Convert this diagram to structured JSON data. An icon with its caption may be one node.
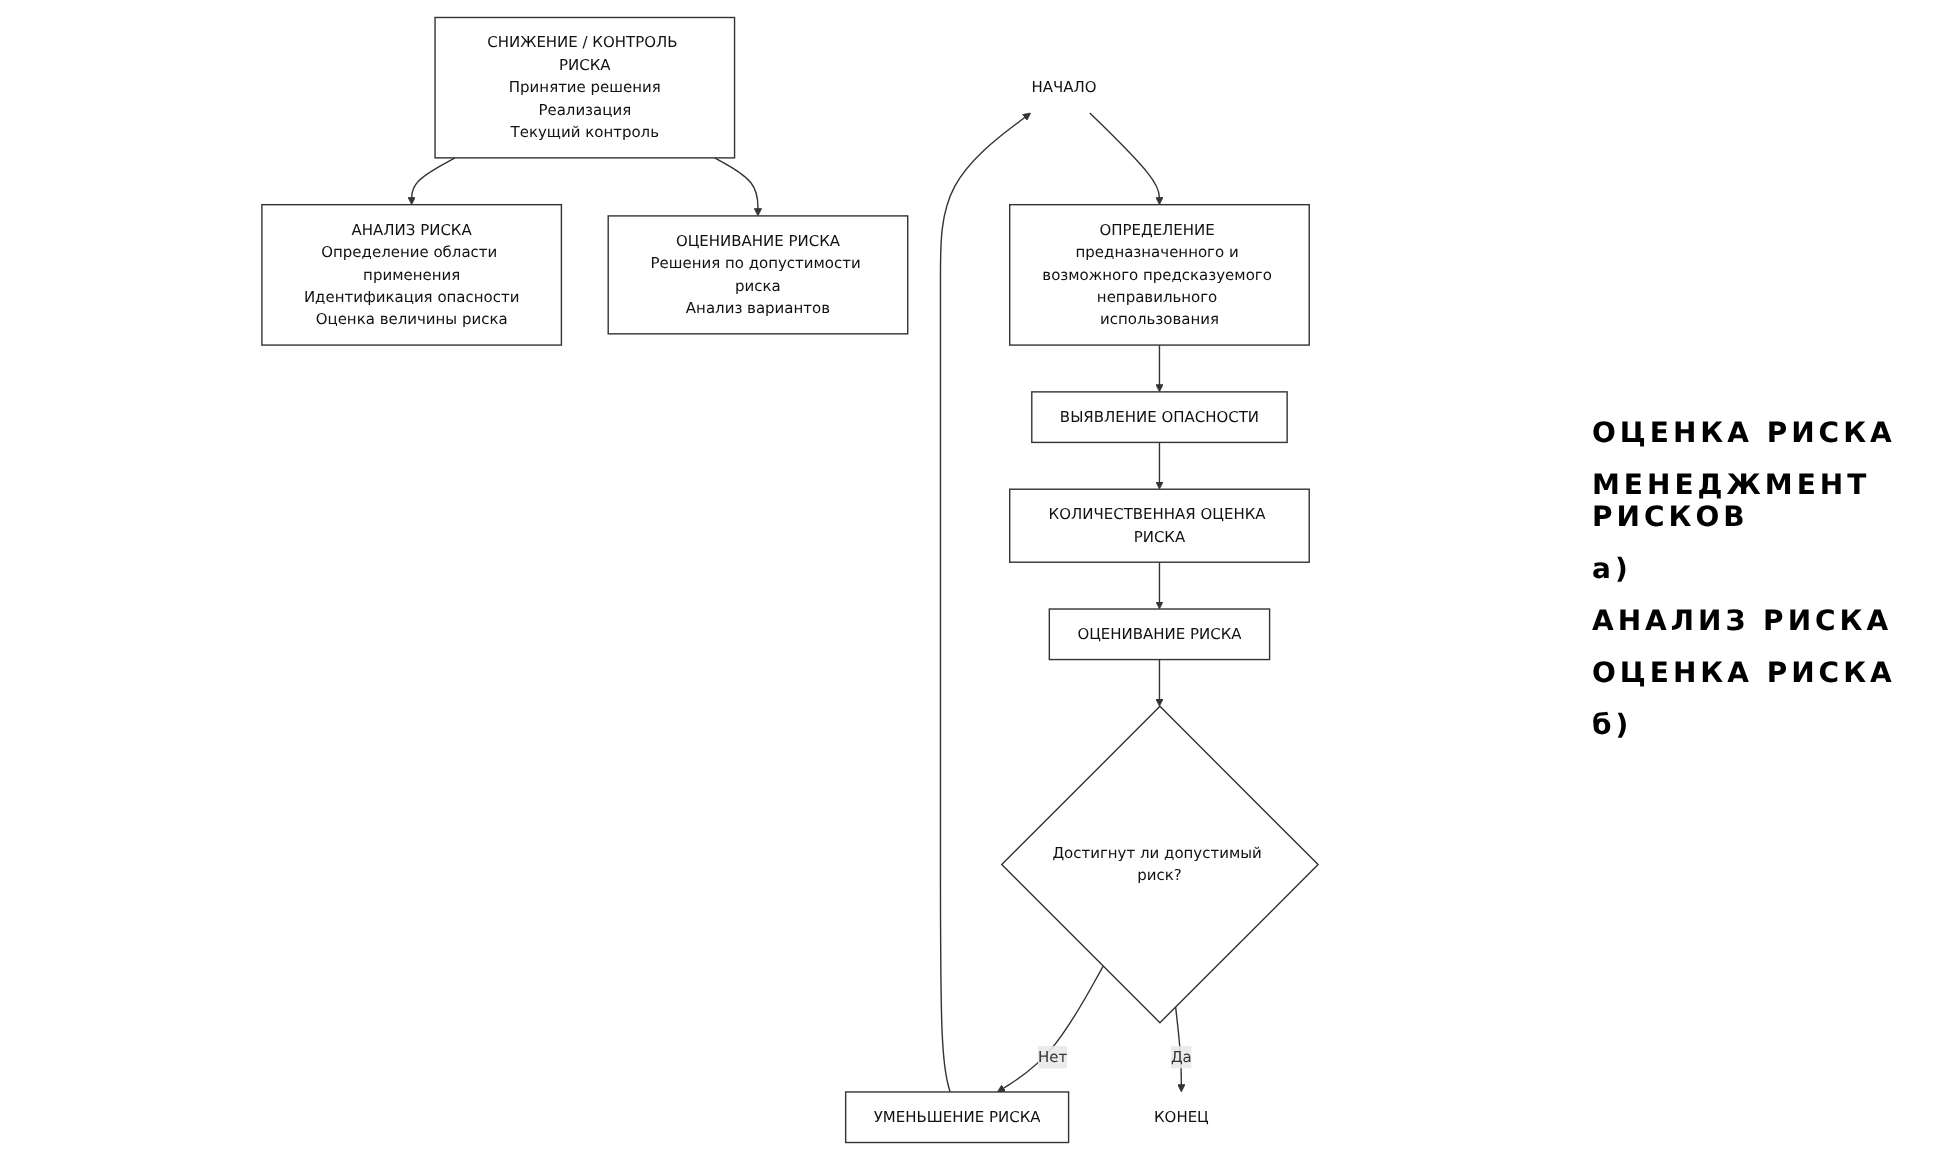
{
  "diagram": {
    "nodes": [
      {
        "text": [
          "АНАЛИЗ РИСКА",
          "Определение области применения",
          "Идентификация опасности",
          "Оценка величины риска"
        ]
      },
      {
        "text": [
          "ОЦЕНИВАНИЕ РИСКА",
          "Решения по допустимости риска",
          "Анализ вариантов"
        ]
      },
      {
        "text": [
          "СНИЖЕНИЕ / КОНТРОЛЬ РИСКА",
          "Принятие решения",
          "Реализация",
          "Текущий контроль"
        ]
      },
      {
        "text": [
          "НАЧАЛО"
        ]
      },
      {
        "text": [
          "ОПРЕДЕЛЕНИЕ предназначенного и возможного предсказуемого неправильного использования"
        ]
      },
      {
        "text": [
          "ВЫЯВЛЕНИЕ ОПАСНОСТИ"
        ]
      },
      {
        "text": [
          "КОЛИЧЕСТВЕННАЯ ОЦЕНКА РИСКА"
        ]
      },
      {
        "text": [
          "ОЦЕНИВАНИЕ РИСКА"
        ]
      },
      {
        "text": [
          "УМЕНЬШЕНИЕ РИСКА"
        ]
      },
      {
        "text": [
          "Достигнут ли допустимый риск?"
        ]
      },
      {
        "text": [
          "КОНЕЦ"
        ]
      }
    ],
    "edges": [
      {
        "from": 2,
        "to": 0,
        "arrow": "to"
      },
      {
        "from": 2,
        "to": 1,
        "arrow": "to"
      },
      {
        "from": 3,
        "to": 4,
        "arrow": "to"
      },
      {
        "from": 4,
        "to": 5,
        "arrow": "to"
      },
      {
        "from": 5,
        "to": 6,
        "arrow": "to"
      },
      {
        "from": 6,
        "to": 7,
        "arrow": "to"
      },
      {
        "from": 7,
        "to": 9,
        "arrow": "to"
      },
      {
        "from": 9,
        "to": 8,
        "arrow": "to",
        "label": "Нет"
      },
      {
        "from": 8,
        "to": 3,
        "arrow": "to"
      },
      {
        "from": 9,
        "to": 10,
        "arrow": "to",
        "label": "Да"
      }
    ],
    "labels": [
      "ОЦЕНКА РИСКА",
      "МЕНЕДЖМЕНТ РИСКОВ",
      "а)",
      "АНАЛИЗ РИСКА",
      "ОЦЕНКА РИСКА",
      "б)"
    ]
  }
}
